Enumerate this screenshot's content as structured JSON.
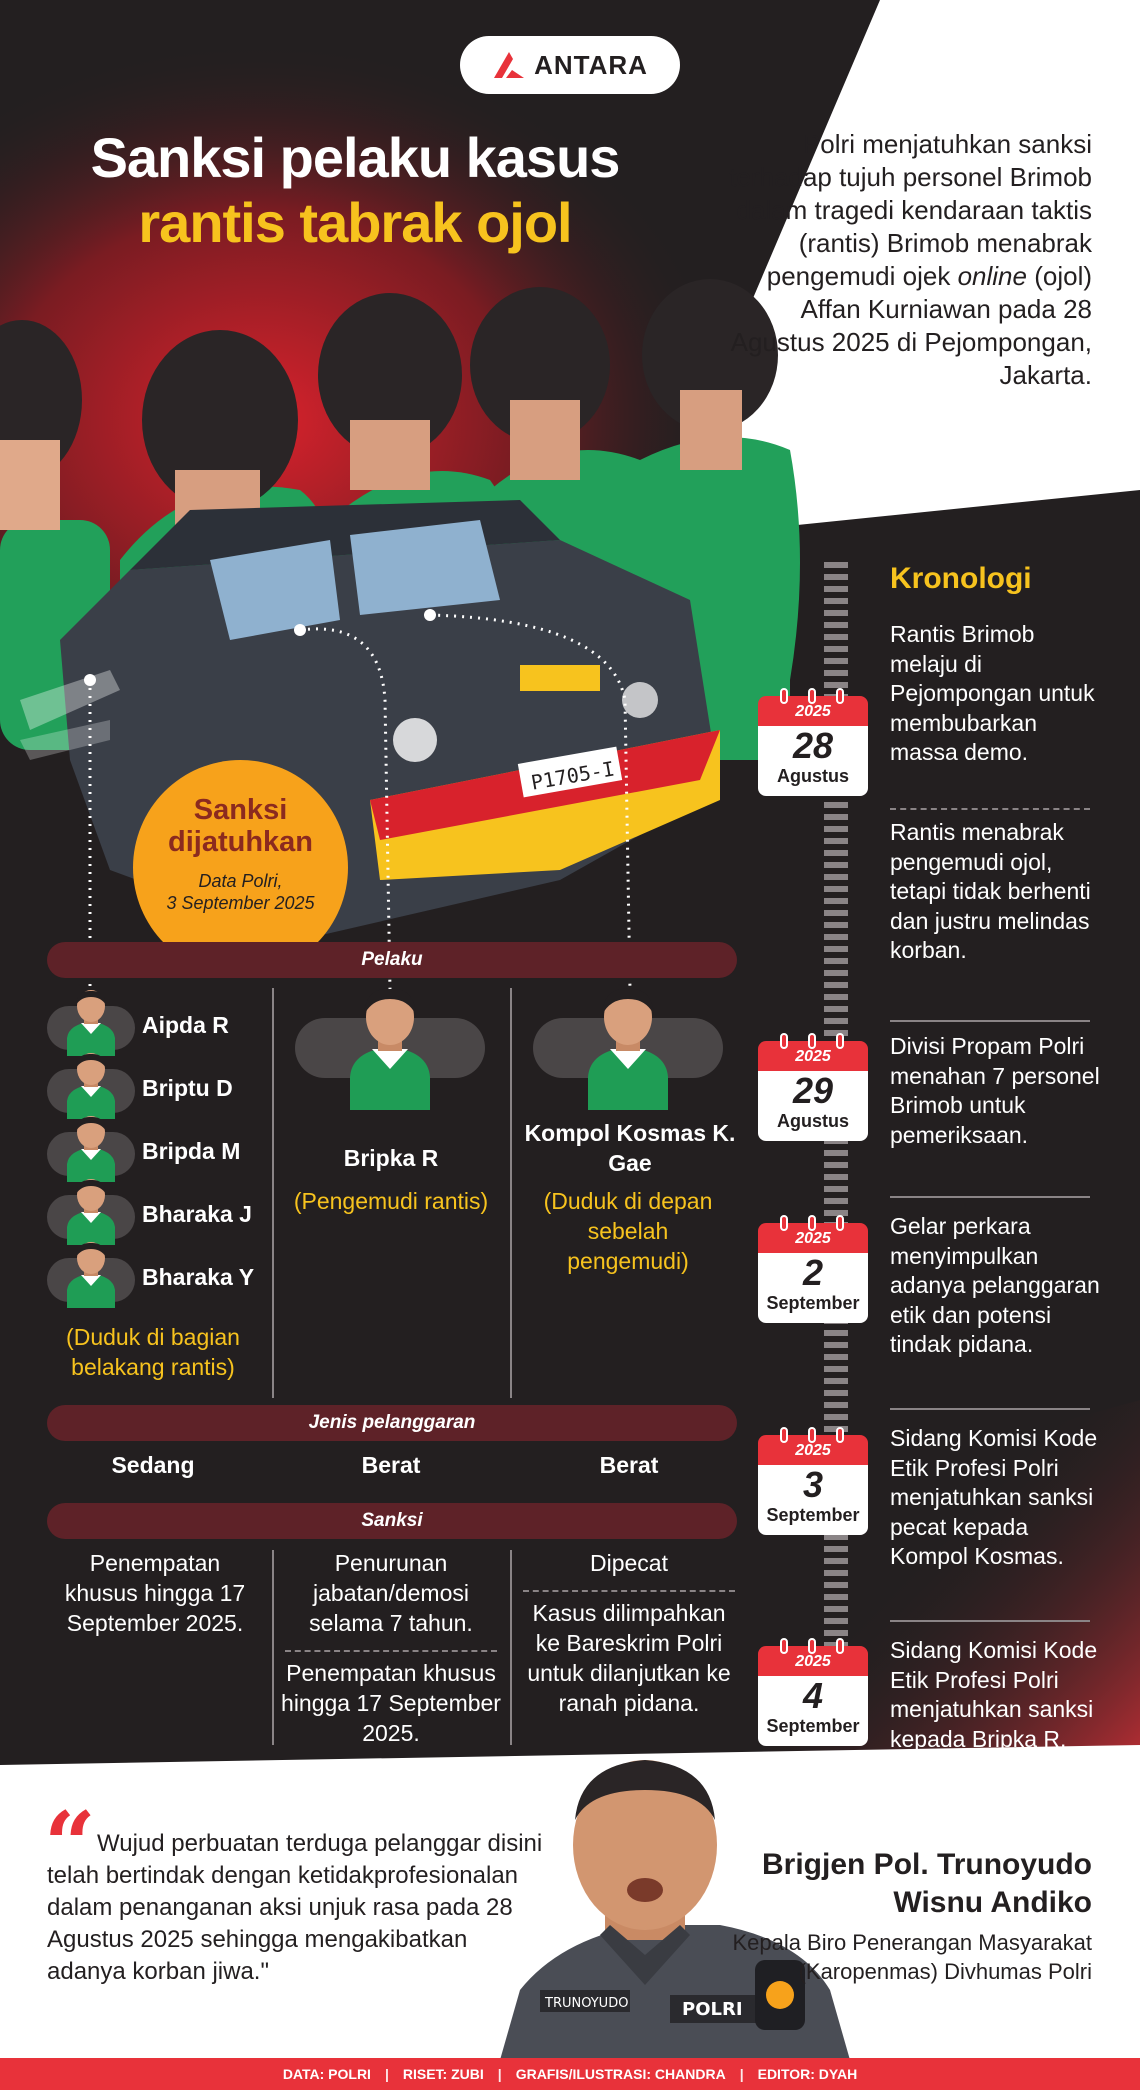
{
  "logo": {
    "text": "ANTARA"
  },
  "title": {
    "line1": "Sanksi pelaku kasus",
    "line2": "rantis tabrak ojol"
  },
  "intro": {
    "before": "Polri menjatuhkan sanksi terhadap tujuh personel Brimob dalam tragedi kendaraan taktis (rantis) Brimob menabrak pengemudi ojek ",
    "italic": "online",
    "after": " (ojol) Affan Kurniawan pada 28 Agustus 2025 di Pejompongan, Jakarta."
  },
  "circle": {
    "title": "Sanksi dijatuhkan",
    "source": "Data Polri,",
    "date": "3 September 2025"
  },
  "sections": {
    "pelaku": "Pelaku",
    "jenis": "Jenis pelanggaran",
    "sanksi": "Sanksi"
  },
  "group1": {
    "names": [
      "Aipda R",
      "Briptu D",
      "Bripda M",
      "Bharaka J",
      "Bharaka Y"
    ],
    "role": "(Duduk di bagian belakang rantis)",
    "violation": "Sedang",
    "sanction": "Penempatan khusus hingga 17 September 2025."
  },
  "group2": {
    "name": "Bripka R",
    "role": "(Pengemudi rantis)",
    "violation": "Berat",
    "sanction1": "Penurunan jabatan/demosi selama 7 tahun.",
    "sanction2": "Penempatan khusus hingga 17 September 2025."
  },
  "group3": {
    "name": "Kompol Kosmas K. Gae",
    "role": "(Duduk di depan sebelah pengemudi)",
    "violation": "Berat",
    "sanction1": "Dipecat",
    "sanction2": "Kasus dilimpahkan ke Bareskrim Polri untuk dilanjutkan ke ranah pidana."
  },
  "kronologi": {
    "title": "Kronologi",
    "events": [
      {
        "year": "2025",
        "day": "28",
        "month": "Agustus",
        "texts": [
          "Rantis Brimob melaju di Pejompongan untuk membubarkan massa demo.",
          "Rantis menabrak pengemudi ojol, tetapi tidak berhenti dan justru melindas korban."
        ]
      },
      {
        "year": "2025",
        "day": "29",
        "month": "Agustus",
        "texts": [
          "Divisi Propam Polri menahan 7 personel Brimob untuk pemeriksaan."
        ]
      },
      {
        "year": "2025",
        "day": "2",
        "month": "September",
        "texts": [
          "Gelar perkara menyimpulkan adanya pelanggaran etik dan potensi tindak pidana."
        ]
      },
      {
        "year": "2025",
        "day": "3",
        "month": "September",
        "texts": [
          "Sidang Komisi Kode Etik Profesi Polri menjatuhkan sanksi pecat kepada Kompol Kosmas."
        ]
      },
      {
        "year": "2025",
        "day": "4",
        "month": "September",
        "texts": [
          "Sidang Komisi Kode Etik Profesi Polri menjatuhkan sanksi kepada Bripka R."
        ]
      }
    ]
  },
  "quote": {
    "mark": "“",
    "text": "Wujud perbuatan terduga pelanggar disini telah bertindak dengan ketidakprofesionalan dalam penanganan aksi unjuk rasa pada 28 Agustus 2025 sehingga mengakibatkan adanya korban jiwa.\"",
    "name": "Brigjen Pol. Trunoyudo Wisnu Andiko",
    "role": "Kepala Biro Penerangan Masyarakat (Karopenmas) Divhumas Polri"
  },
  "officer": {
    "nametag": "TRUNOYUDO",
    "badge": "POLRI"
  },
  "vehicle": {
    "plate": "P1705-I"
  },
  "footer": [
    "DATA: POLRI",
    "RISET: ZUBI",
    "GRAFIS/ILUSTRASI: CHANDRA",
    "EDITOR: DYAH"
  ],
  "colors": {
    "dark": "#231f20",
    "yellow": "#f7c31e",
    "red": "#e8323a",
    "orange": "#f7a21b",
    "maroon": "#5e2228",
    "green": "#1f9d55"
  }
}
